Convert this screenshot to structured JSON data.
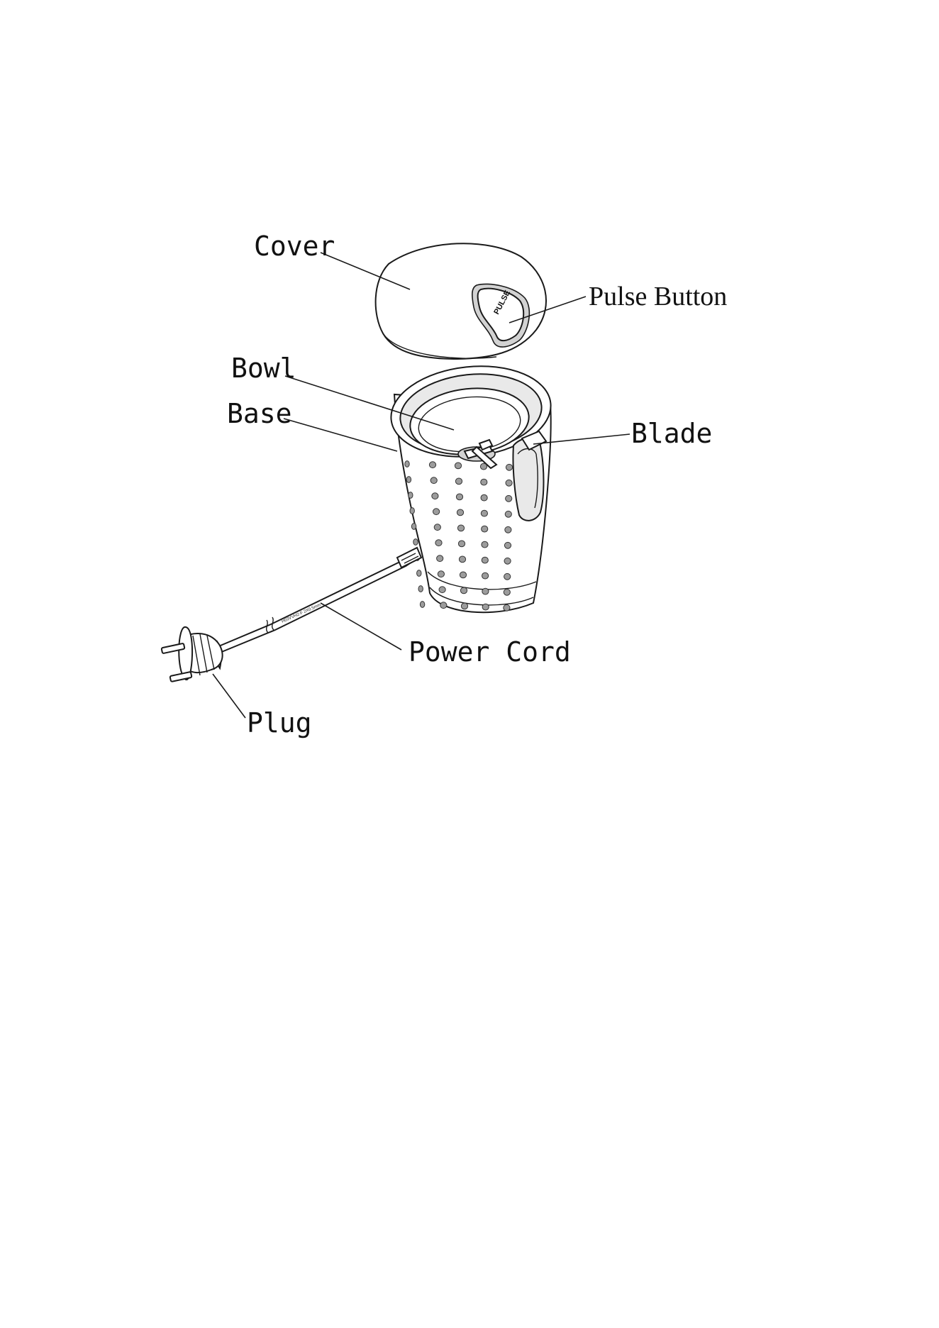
{
  "diagram": {
    "labels": {
      "cover": "Cover",
      "pulse_button": "Pulse Button",
      "bowl": "Bowl",
      "base": "Base",
      "blade": "Blade",
      "power_cord": "Power Cord",
      "plug": "Plug"
    },
    "button_text": "PULSE"
  },
  "colors": {
    "line": "#1a1a1a",
    "shade": "#e9e9e9",
    "holes": "#9c9c9c"
  }
}
